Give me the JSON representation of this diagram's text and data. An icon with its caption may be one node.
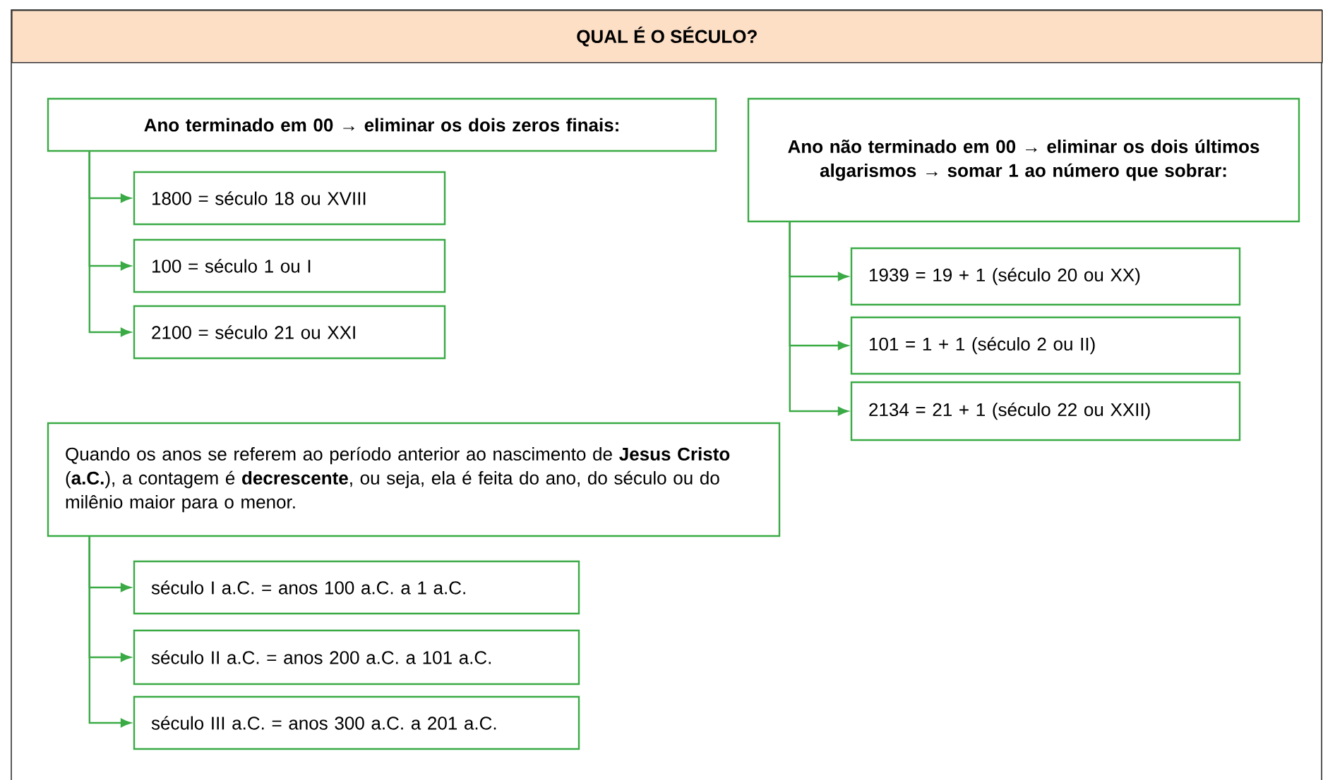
{
  "diagram": {
    "title": "QUAL É O SÉCULO?",
    "nodes": [
      {
        "text": [
          "Ano terminado em 00 → eliminar os dois zeros finais:"
        ]
      },
      {
        "text": [
          "1800 = século 18 ou XVIII"
        ]
      },
      {
        "text": [
          "100 = século 1 ou I"
        ]
      },
      {
        "text": [
          "2100 = século 21 ou XXI"
        ]
      },
      {
        "text": [
          "Ano não terminado em 00 → eliminar os dois últimos algarismos → somar 1 ao número que sobrar:"
        ]
      },
      {
        "text": [
          "1939 = 19 + 1 (século 20 ou XX)"
        ]
      },
      {
        "text": [
          "101 = 1 + 1 (século 2 ou II)"
        ]
      },
      {
        "text": [
          "2134 = 21 + 1 (século 22 ou XXII)"
        ]
      },
      {
        "text": [
          "Quando os anos se referem ao período anterior ao nascimento de **Jesus Cristo** (**a.C.**), a contagem é **decrescente**, ou seja, ela é feita do ano, do século ou do milênio maior para o menor."
        ]
      },
      {
        "text": [
          "século I a.C. = anos 100 a.C. a 1 a.C."
        ]
      },
      {
        "text": [
          "século II a.C. = anos 200 a.C. a 101 a.C."
        ]
      },
      {
        "text": [
          "século III a.C. = anos 300 a.C. a 201 a.C."
        ]
      }
    ],
    "edges": [
      {
        "from": 0,
        "to": 1,
        "arrow": "to"
      },
      {
        "from": 0,
        "to": 2,
        "arrow": "to"
      },
      {
        "from": 0,
        "to": 3,
        "arrow": "to"
      },
      {
        "from": 4,
        "to": 5,
        "arrow": "to"
      },
      {
        "from": 4,
        "to": 6,
        "arrow": "to"
      },
      {
        "from": 4,
        "to": 7,
        "arrow": "to"
      },
      {
        "from": 8,
        "to": 9,
        "arrow": "to"
      },
      {
        "from": 8,
        "to": 10,
        "arrow": "to"
      },
      {
        "from": 8,
        "to": 11,
        "arrow": "to"
      }
    ]
  }
}
